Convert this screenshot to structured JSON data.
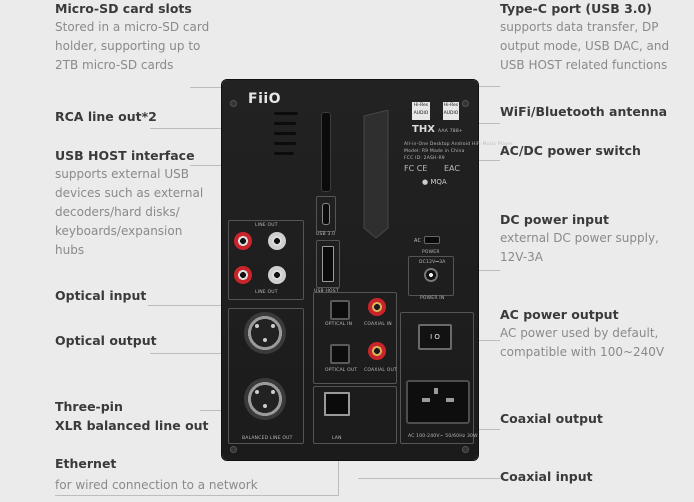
{
  "brand": "FiiO",
  "labels": {
    "microsd": {
      "title": "Micro-SD card slots",
      "desc": [
        "Stored in a micro-SD card",
        "holder, supporting up to",
        "2TB micro-SD cards"
      ]
    },
    "rca": {
      "title": "RCA line out*2"
    },
    "usbhost": {
      "title": "USB HOST interface",
      "desc": [
        "supports external USB",
        "devices such as external",
        "decoders/hard disks/",
        "keyboards/expansion",
        "hubs"
      ]
    },
    "optin": {
      "title": "Optical input"
    },
    "optout": {
      "title": "Optical output"
    },
    "xlr": {
      "title": [
        "Three-pin",
        "XLR balanced line out"
      ]
    },
    "ethernet": {
      "title": "Ethernet",
      "desc": [
        "for wired connection to a network"
      ]
    },
    "typec": {
      "title": "Type-C port (USB 3.0)",
      "desc": [
        "supports data transfer, DP",
        "output mode, USB DAC, and",
        " USB HOST related functions"
      ]
    },
    "wifi": {
      "title": "WiFi/Bluetooth antenna"
    },
    "acdc": {
      "title": "AC/DC power switch"
    },
    "dcin": {
      "title": "DC power input",
      "desc": [
        "external DC power supply,",
        "12V-3A"
      ]
    },
    "acout": {
      "title": "AC power output",
      "desc": [
        "AC power used by default,",
        "compatible with 100~240V"
      ]
    },
    "coaxout": {
      "title": "Coaxial output"
    },
    "coaxin": {
      "title": "Coaxial input"
    }
  },
  "panel": {
    "line_out_top": "LINE OUT",
    "line_out_bottom": "LINE OUT",
    "usb30": "USB 3.0",
    "usb_host": "USB HOST",
    "optical_in": "OPTICAL IN",
    "coaxial_in": "COAXIAL IN",
    "optical_out": "OPTICAL OUT",
    "coaxial_out": "COAXIAL OUT",
    "balanced_line_out": "BALANCED LINE OUT",
    "lan": "LAN",
    "ac_dc": "AC ⊣ DC",
    "power": "POWER",
    "dc_rating": "DC12V⎓3A",
    "power_in": "POWER IN",
    "ac_rating": "AC 100-240V~  50/60Hz  30W",
    "hires": "Hi-Res",
    "audio": "AUDIO",
    "thx": "THX",
    "thx_model": "AAA 788+",
    "mqa": "MQA",
    "fcc": "FC CE",
    "eac": "EAC",
    "small_text": [
      "All-in-One Desktop Android HiFi Music Player",
      "Model: R9   Made in China",
      "FCC ID: 2ASH-R9"
    ],
    "switch_symbol": "I  O"
  },
  "colors": {
    "background": "#ebebeb",
    "device": "#1e1e1e",
    "rca_red": "#c9242a",
    "title": "#3a3a3a",
    "desc": "#8a8a8a"
  }
}
